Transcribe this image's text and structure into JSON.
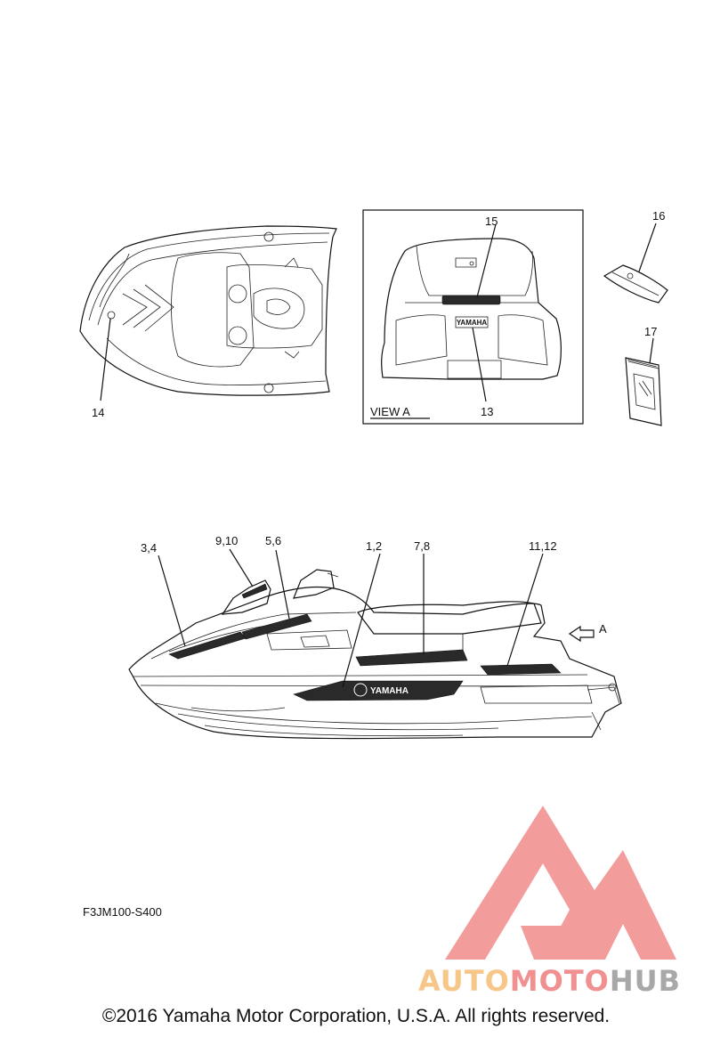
{
  "diagram": {
    "view_label": "VIEW A",
    "arrow_label": "A",
    "callouts": {
      "c1": "14",
      "c2": "15",
      "c3": "13",
      "c4": "16",
      "c5": "17",
      "c6": "3,4",
      "c7": "9,10",
      "c8": "5,6",
      "c9": "1,2",
      "c10": "7,8",
      "c11": "11,12"
    },
    "decal_text": "YAMAHA",
    "plate_text": "YAMAHA",
    "drawing_code": "F3JM100-S400"
  },
  "footer": {
    "copyright": "©2016 Yamaha Motor Corporation, U.S.A. All rights reserved."
  },
  "watermark": {
    "part1": "AUTO",
    "part2": "MOTO",
    "part3": "HUB",
    "colors": {
      "orange": "#f7c78a",
      "red": "#f09090",
      "gray": "#a8a8a8"
    }
  }
}
